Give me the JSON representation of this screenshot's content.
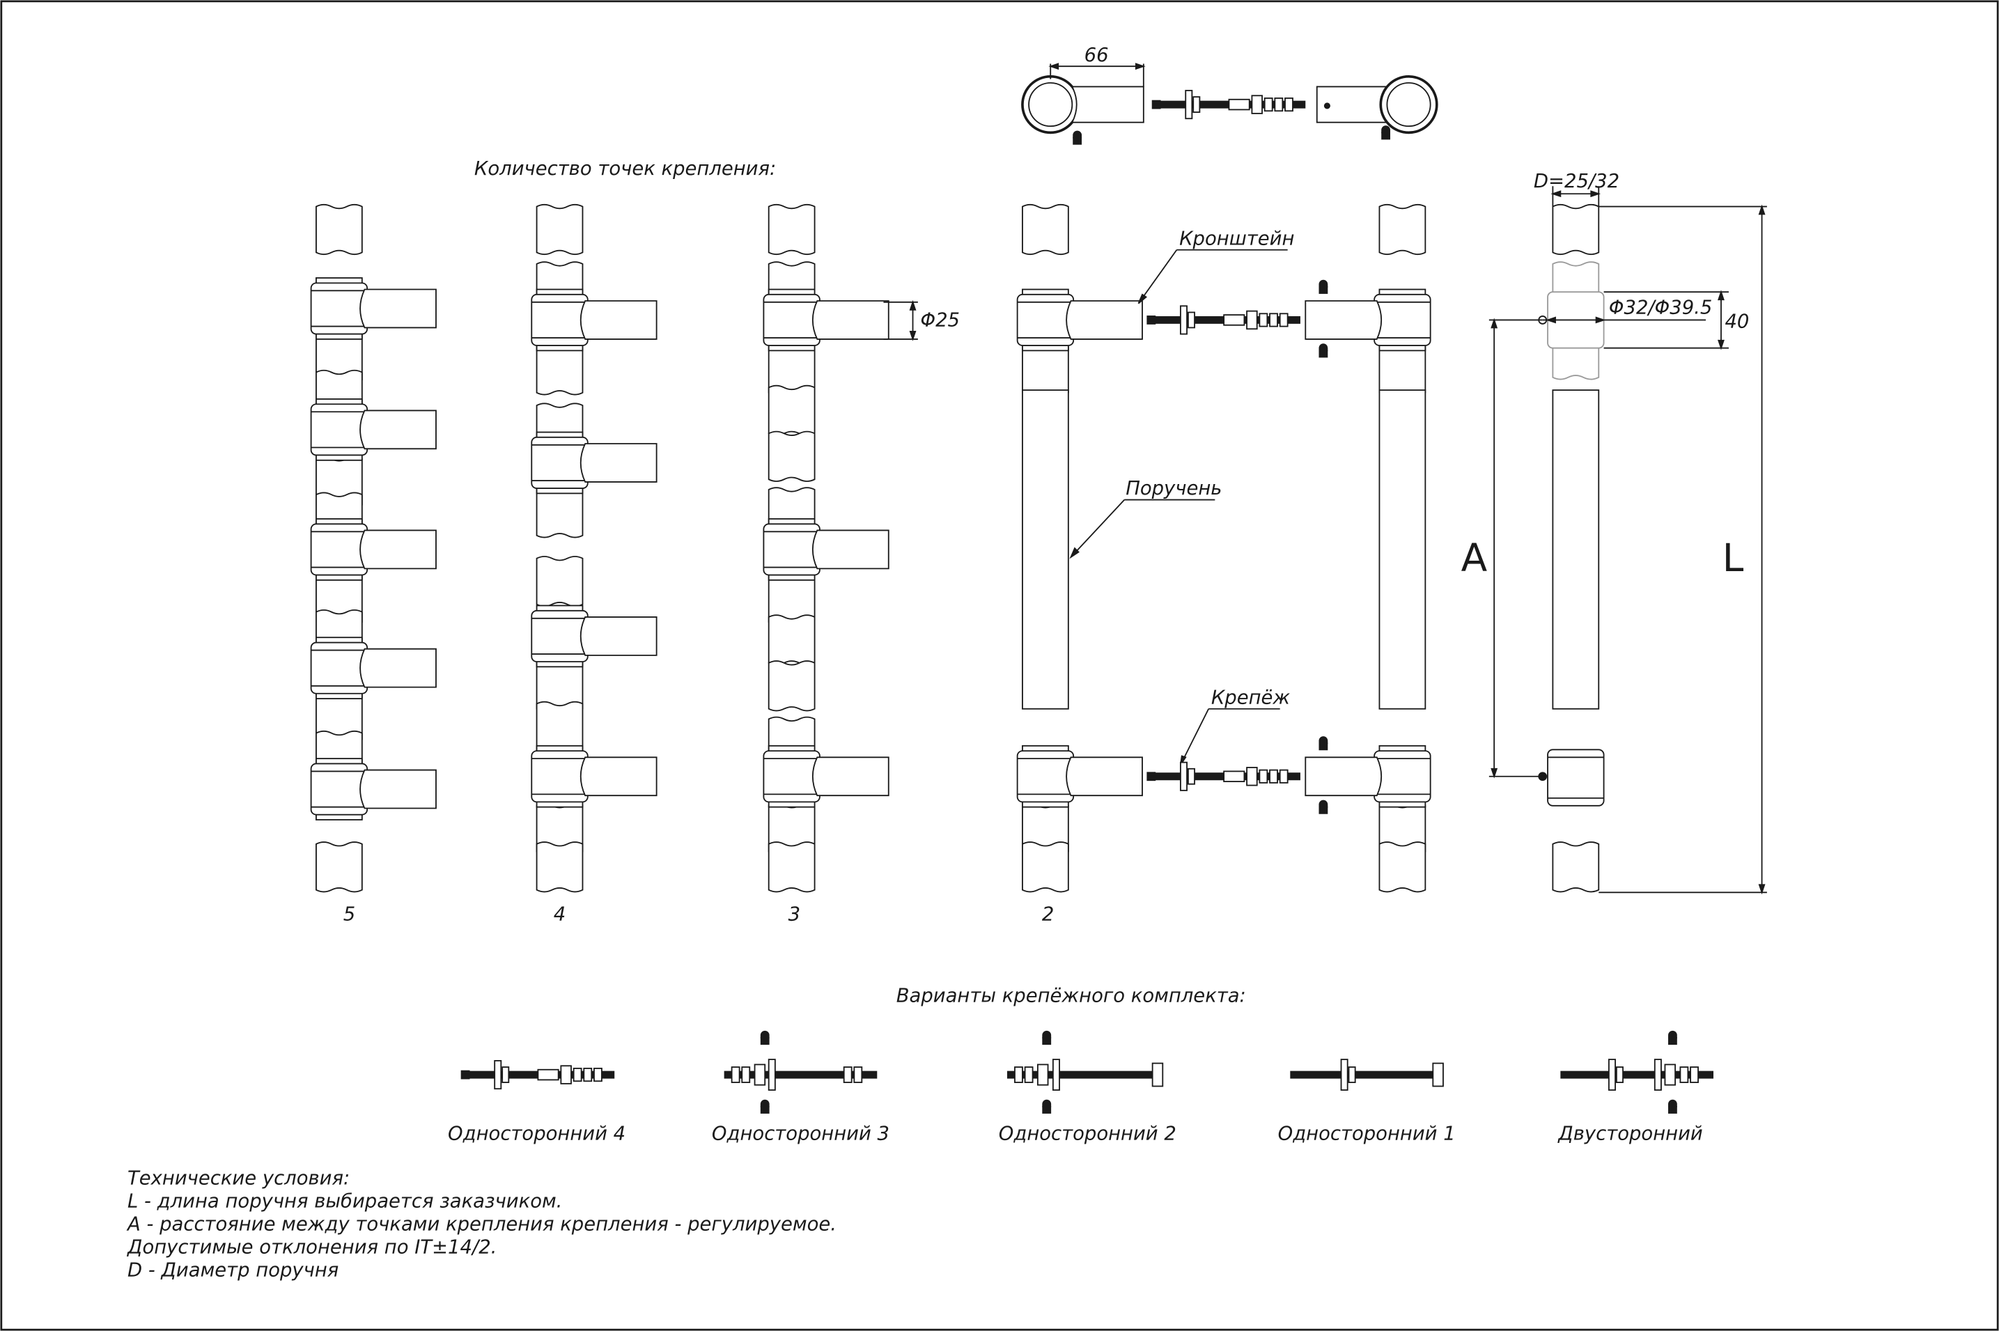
{
  "headings": {
    "mount_points": "Количество точек крепления:",
    "kit_variants": "Варианты крепёжного комплекта:"
  },
  "counts": [
    "5",
    "4",
    "3",
    "2"
  ],
  "callouts": {
    "bracket": "Кронштейн",
    "handrail": "Поручень",
    "fastener": "Крепёж"
  },
  "dimensions": {
    "top_width": "66",
    "bracket_diameter": "Φ25",
    "rail_diameter": "D=25/32",
    "flange_diameter": "Φ32/Φ39.5",
    "flange_offset": "40",
    "spacing_label": "A",
    "length_label": "L"
  },
  "kits": [
    "Односторонний 4",
    "Односторонний 3",
    "Односторонний 2",
    "Односторонний 1",
    "Двусторонний"
  ],
  "specs": {
    "title": "Технические условия:",
    "lines": [
      "L - длина поручня выбирается заказчиком.",
      "A - расстояние между точками крепления крепления - регулируемое.",
      "Допустимые отклонения по IT±14/2.",
      "D - Диаметр поручня"
    ]
  }
}
